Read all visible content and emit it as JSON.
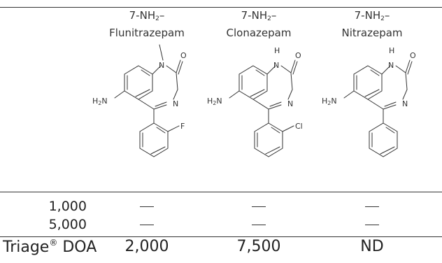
{
  "columns": [
    {
      "line1_prefix": "7-NH",
      "line1_sub": "2",
      "line1_suffix": "–",
      "line2": "Flunitrazepam",
      "halogen": "F"
    },
    {
      "line1_prefix": "7-NH",
      "line1_sub": "2",
      "line1_suffix": "–",
      "line2": "Clonazepam",
      "halogen": "Cl"
    },
    {
      "line1_prefix": "7-NH",
      "line1_sub": "2",
      "line1_suffix": "–",
      "line2": "Nitrazepam",
      "halogen": ""
    }
  ],
  "atom_labels": {
    "amine_prefix": "H",
    "amine_sub": "2",
    "amine_suffix": "N",
    "ring_n": "N",
    "oxygen": "O",
    "nh_h": "H"
  },
  "rows": [
    {
      "label": "1,000",
      "cells": [
        "–",
        "–",
        "–"
      ]
    },
    {
      "label": "5,000",
      "cells": [
        "–",
        "–",
        "–"
      ]
    }
  ],
  "triage": {
    "label": "Triage",
    "mark": "®",
    "label_suffix": " DOA",
    "cells": [
      "2,000",
      "7,500",
      "ND"
    ]
  }
}
